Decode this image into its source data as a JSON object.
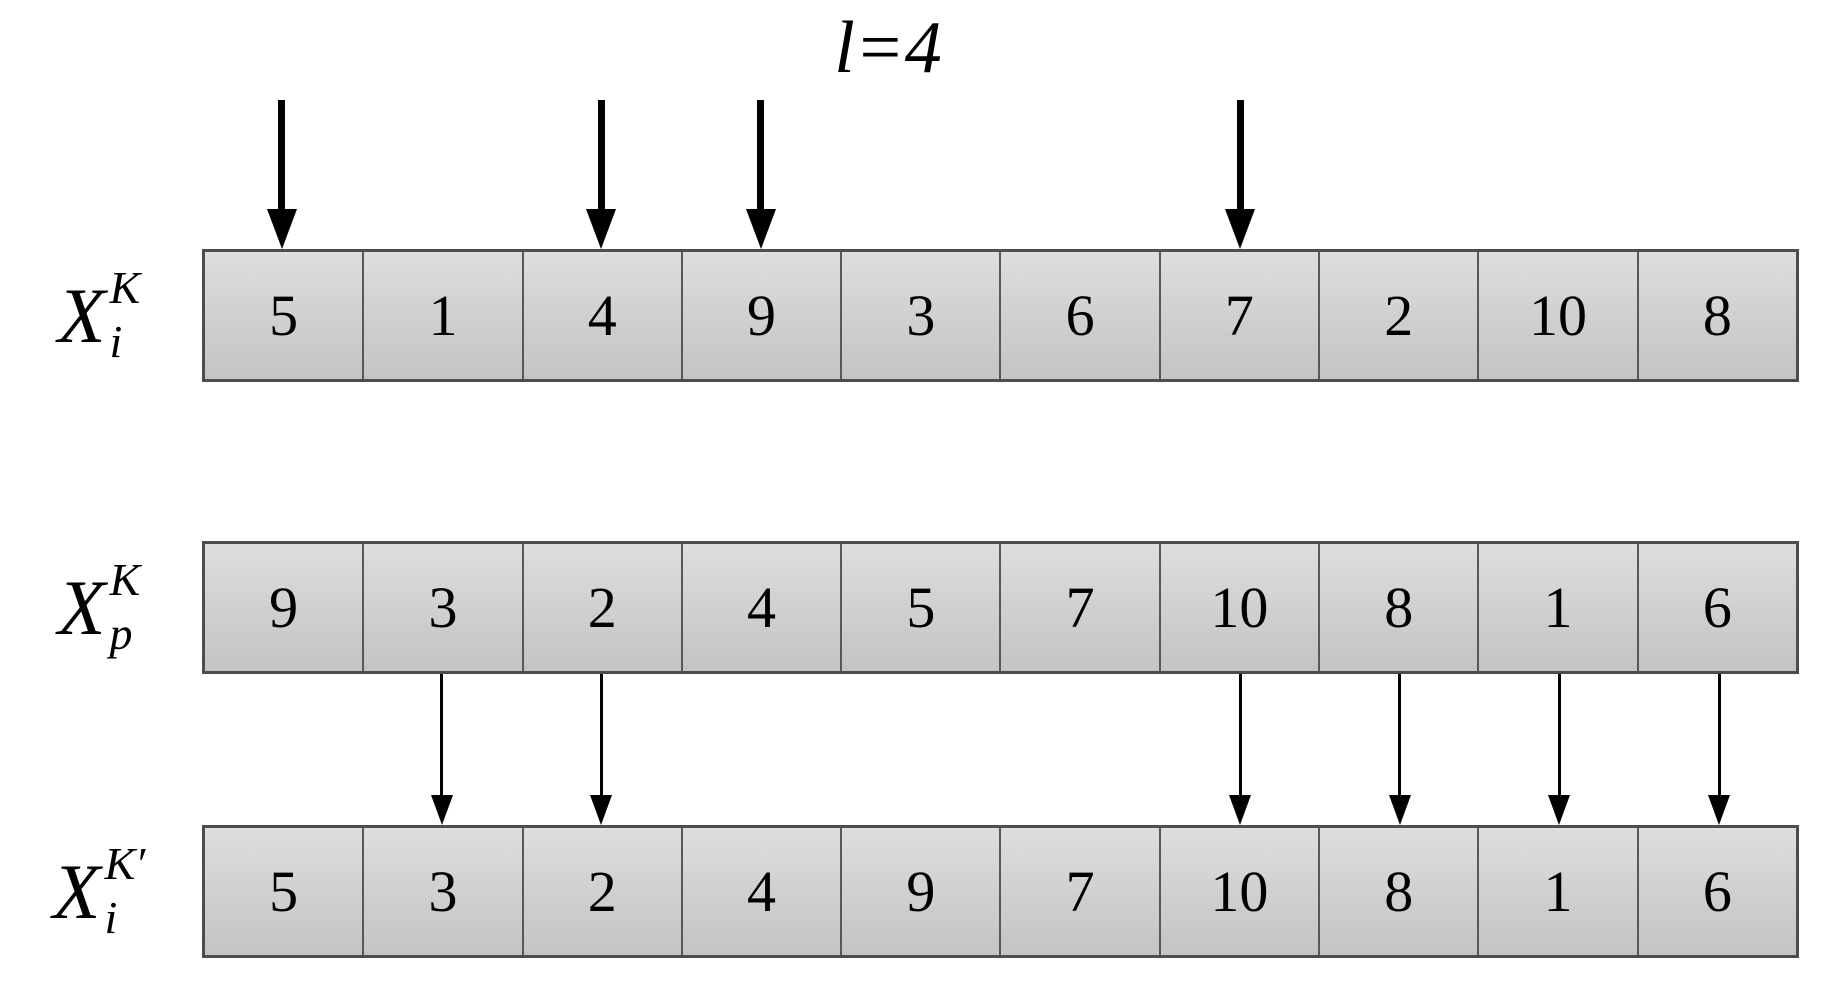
{
  "title": "l=4",
  "rows": [
    {
      "label": {
        "base": "X",
        "sup": "K",
        "sub": "i"
      },
      "cells": [
        "5",
        "1",
        "4",
        "9",
        "3",
        "6",
        "7",
        "2",
        "10",
        "8"
      ]
    },
    {
      "label": {
        "base": "X",
        "sup": "K",
        "sub": "p"
      },
      "cells": [
        "9",
        "3",
        "2",
        "4",
        "5",
        "7",
        "10",
        "8",
        "1",
        "6"
      ]
    },
    {
      "label": {
        "base": "X",
        "sup": "K′",
        "sub": "i"
      },
      "cells": [
        "5",
        "3",
        "2",
        "4",
        "9",
        "7",
        "10",
        "8",
        "1",
        "6"
      ]
    }
  ],
  "selection_arrows": {
    "target_row": 1,
    "cell_positions": [
      1,
      3,
      4,
      7
    ]
  },
  "copy_arrows": {
    "from_row": 2,
    "to_row": 3,
    "cell_positions": [
      2,
      3,
      7,
      8,
      9,
      10
    ]
  },
  "colors": {
    "background": "#ffffff",
    "cell_fill_top": "#dedede",
    "cell_fill_bottom": "#c4c4c4",
    "cell_border": "#4d4d4d",
    "arrow": "#000000",
    "text": "#000000"
  }
}
